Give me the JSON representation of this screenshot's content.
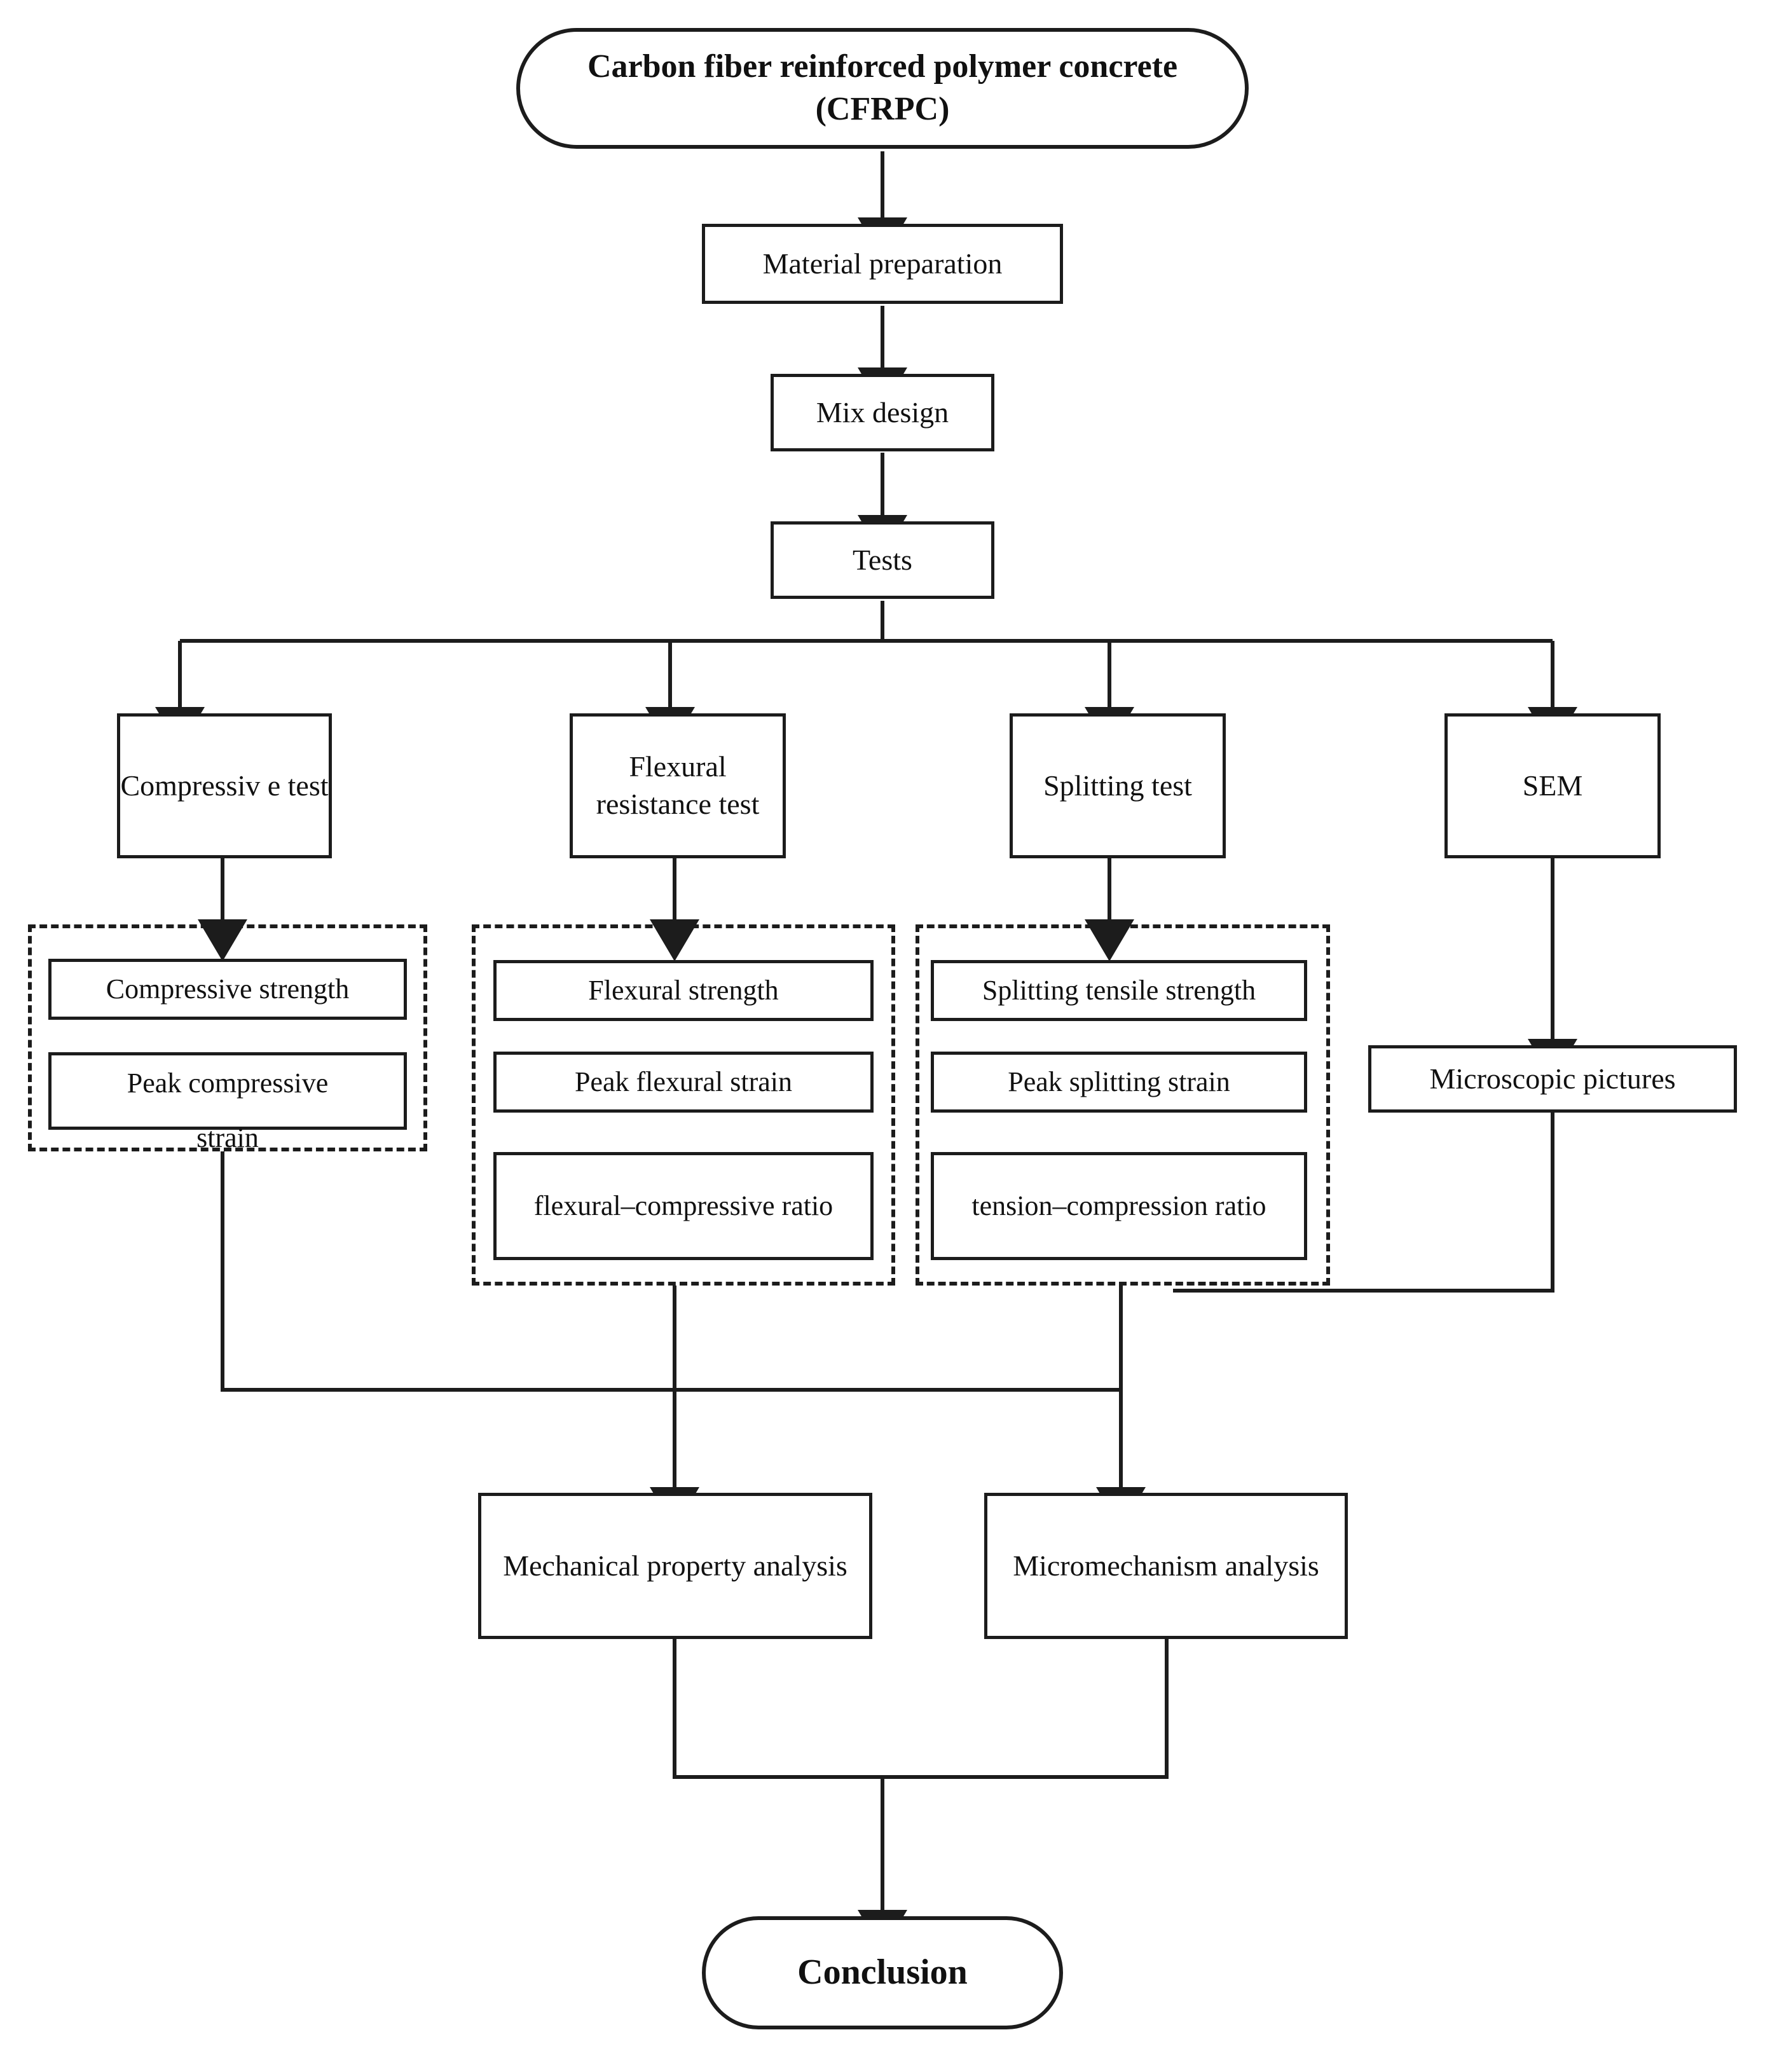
{
  "diagram": {
    "title_node": {
      "label": "Carbon fiber reinforced polymer concrete (CFRPC)",
      "shape": "rounded-terminator"
    },
    "process_chain": [
      {
        "label": "Material preparation"
      },
      {
        "label": "Mix design"
      },
      {
        "label": "Tests"
      }
    ],
    "test_branches": [
      {
        "label": "Compressiv e test"
      },
      {
        "label": "Flexural resistance test"
      },
      {
        "label": "Splitting test"
      },
      {
        "label": "SEM"
      }
    ],
    "result_groups": [
      {
        "group_name": "compressive-results",
        "items": [
          {
            "label": "Compressive strength"
          },
          {
            "label": "Peak compressive",
            "overflow_label": "strain"
          }
        ]
      },
      {
        "group_name": "flexural-results",
        "items": [
          {
            "label": "Flexural strength"
          },
          {
            "label": "Peak flexural  strain"
          },
          {
            "label": "flexural–compressive ratio"
          }
        ]
      },
      {
        "group_name": "splitting-results",
        "items": [
          {
            "label": "Splitting tensile strength"
          },
          {
            "label": "Peak splitting  strain"
          },
          {
            "label": "tension–compression ratio"
          }
        ]
      }
    ],
    "sem_output": {
      "label": "Microscopic pictures"
    },
    "analysis_nodes": [
      {
        "label": "Mechanical property analysis"
      },
      {
        "label": "Micromechanism analysis"
      }
    ],
    "conclusion_node": {
      "label": "Conclusion",
      "shape": "rounded-terminator"
    },
    "colors": {
      "stroke": "#1c1c1c",
      "text": "#111111",
      "background": "#ffffff"
    }
  }
}
